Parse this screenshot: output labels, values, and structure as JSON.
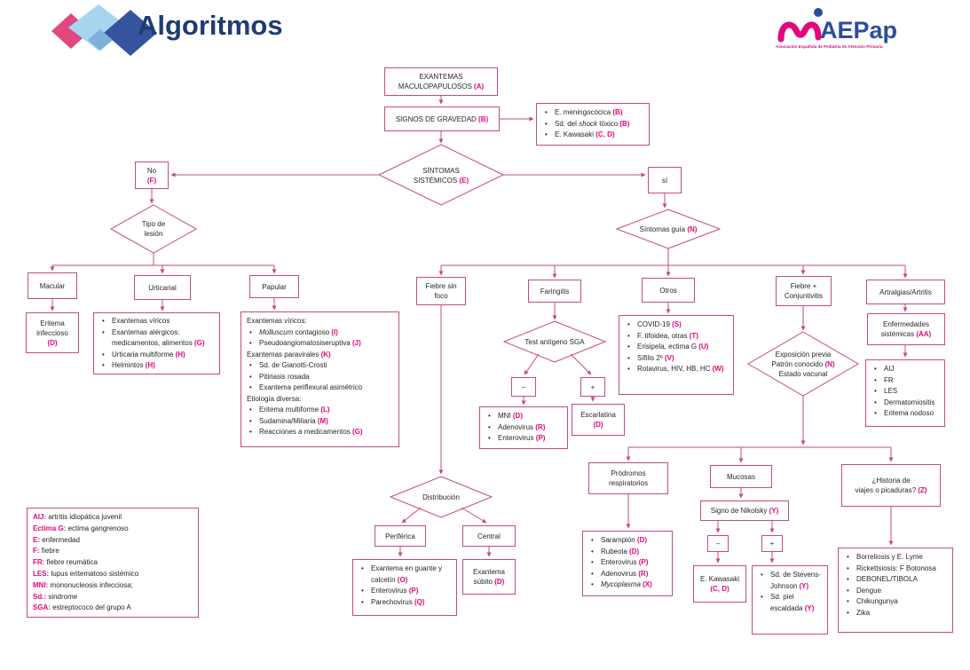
{
  "header": {
    "brand": "Algoritmos",
    "org_name": "AEPap",
    "org_tagline": "Asociación Española de Pediatría de Atención Primaria"
  },
  "colors": {
    "line": "#c34a86",
    "code": "#e2077d",
    "text": "#262626",
    "brand": "#1f3b73",
    "org-blue": "#2b4d9b",
    "org-pink": "#e2077d",
    "logo-pink": "#e0487e",
    "logo-light": "#a8d4ef",
    "logo-mid": "#7fb0dc",
    "logo-dark": "#35539f"
  },
  "nodes": {
    "exantemas": [
      {
        "segs": [
          {
            "t": "EXANTEMAS"
          }
        ]
      },
      {
        "segs": [
          {
            "t": "MACULOPAPULOSOS "
          },
          {
            "k": "(A)"
          }
        ]
      }
    ],
    "gravedad": [
      {
        "segs": [
          {
            "t": "SIGNOS DE GRAVEDAD "
          },
          {
            "k": "(B)"
          }
        ]
      }
    ],
    "gravedad_list": [
      {
        "b": 1,
        "segs": [
          {
            "t": "E. meningocócica "
          },
          {
            "k": "(B)"
          }
        ]
      },
      {
        "b": 1,
        "segs": [
          {
            "t": "Sd. del "
          },
          {
            "i": "shock"
          },
          {
            "t": " tóxico "
          },
          {
            "k": "(B)"
          }
        ]
      },
      {
        "b": 1,
        "segs": [
          {
            "t": "E. Kawasaki "
          },
          {
            "k": "(C, D)"
          }
        ]
      }
    ],
    "sintomas_sistemicos": [
      {
        "segs": [
          {
            "t": "SÍNTOMAS"
          }
        ]
      },
      {
        "segs": [
          {
            "t": "SISTÉMICOS "
          },
          {
            "k": "(E)"
          }
        ]
      }
    ],
    "no": [
      {
        "segs": [
          {
            "t": "No"
          }
        ]
      },
      {
        "segs": [
          {
            "k": "(F)"
          }
        ]
      }
    ],
    "si": [
      {
        "segs": [
          {
            "t": "sí"
          }
        ]
      }
    ],
    "tipo_lesion": [
      {
        "segs": [
          {
            "t": "Tipo de"
          }
        ]
      },
      {
        "segs": [
          {
            "t": "lesión"
          }
        ]
      }
    ],
    "sintomas_guia": [
      {
        "segs": [
          {
            "t": "Síntomas guía "
          },
          {
            "k": "(N)"
          }
        ]
      }
    ],
    "macular": [
      {
        "segs": [
          {
            "t": "Macular"
          }
        ]
      }
    ],
    "urticarial": [
      {
        "segs": [
          {
            "t": "Urticarial"
          }
        ]
      }
    ],
    "papular": [
      {
        "segs": [
          {
            "t": "Papular"
          }
        ]
      }
    ],
    "eritema_infeccioso": [
      {
        "segs": [
          {
            "t": "Eritema"
          }
        ]
      },
      {
        "segs": [
          {
            "t": "infeccioso"
          }
        ]
      },
      {
        "segs": [
          {
            "k": "(D)"
          }
        ]
      }
    ],
    "urticarial_list": [
      {
        "b": 1,
        "segs": [
          {
            "t": "Exantemas víricos"
          }
        ]
      },
      {
        "b": 1,
        "segs": [
          {
            "t": "Exantemas alérgicos: medicamentos, alimentos "
          },
          {
            "k": "(G)"
          }
        ]
      },
      {
        "b": 1,
        "segs": [
          {
            "t": "Urticaria multiforme "
          },
          {
            "k": "(H)"
          }
        ]
      },
      {
        "b": 1,
        "segs": [
          {
            "t": "Helmintos "
          },
          {
            "k": "(H)"
          }
        ]
      }
    ],
    "papular_list": [
      {
        "segs": [
          {
            "t": "Exantemas víricos:"
          }
        ]
      },
      {
        "b": 1,
        "segs": [
          {
            "i": "Molluscum"
          },
          {
            "t": " contagioso "
          },
          {
            "k": "(I)"
          }
        ]
      },
      {
        "b": 1,
        "segs": [
          {
            "t": "Pseudoangiomatosiseruptiva "
          },
          {
            "k": "(J)"
          }
        ]
      },
      {
        "segs": [
          {
            "t": "Exantemas paravirales "
          },
          {
            "k": "(K)"
          }
        ]
      },
      {
        "b": 1,
        "segs": [
          {
            "t": "Sd. de Gianotti-Crosti"
          }
        ]
      },
      {
        "b": 1,
        "segs": [
          {
            "t": "Pitiriasis rosada"
          }
        ]
      },
      {
        "b": 1,
        "segs": [
          {
            "t": "Exantema periflexural asimétrico"
          }
        ]
      },
      {
        "segs": [
          {
            "t": "Etiología diversa:"
          }
        ]
      },
      {
        "b": 1,
        "segs": [
          {
            "t": "Eritema multiforme "
          },
          {
            "k": "(L)"
          }
        ]
      },
      {
        "b": 1,
        "segs": [
          {
            "t": "Sudamina/Miliaria "
          },
          {
            "k": "(M)"
          }
        ]
      },
      {
        "b": 1,
        "segs": [
          {
            "t": "Reacciones a medicamentos "
          },
          {
            "k": "(G)"
          }
        ]
      }
    ],
    "fiebre_sin_foco": [
      {
        "segs": [
          {
            "t": "Fiebre sin"
          }
        ]
      },
      {
        "segs": [
          {
            "t": "foco"
          }
        ]
      }
    ],
    "faringitis": [
      {
        "segs": [
          {
            "t": "Faringitis"
          }
        ]
      }
    ],
    "otros": [
      {
        "segs": [
          {
            "t": "Otros"
          }
        ]
      }
    ],
    "fiebre_conjuntivitis": [
      {
        "segs": [
          {
            "t": "Fiebre +"
          }
        ]
      },
      {
        "segs": [
          {
            "t": "Conjuntivitis"
          }
        ]
      }
    ],
    "artralgias": [
      {
        "segs": [
          {
            "t": "Artralgias/Artritis"
          }
        ]
      }
    ],
    "test_sga": [
      {
        "segs": [
          {
            "t": "Test antígeno SGA"
          }
        ]
      }
    ],
    "neg": [
      {
        "segs": [
          {
            "t": "–"
          }
        ]
      }
    ],
    "pos": [
      {
        "segs": [
          {
            "t": "+"
          }
        ]
      }
    ],
    "sga_neg_list": [
      {
        "b": 1,
        "segs": [
          {
            "t": "MNI "
          },
          {
            "k": "(D)"
          }
        ]
      },
      {
        "b": 1,
        "segs": [
          {
            "t": "Adenovirus "
          },
          {
            "k": "(R)"
          }
        ]
      },
      {
        "b": 1,
        "segs": [
          {
            "t": "Enterovirus "
          },
          {
            "k": "(P)"
          }
        ]
      }
    ],
    "escarlatina": [
      {
        "segs": [
          {
            "t": "Escarlatina"
          }
        ]
      },
      {
        "segs": [
          {
            "k": "(D)"
          }
        ]
      }
    ],
    "otros_list": [
      {
        "b": 1,
        "segs": [
          {
            "t": "COVID-19 "
          },
          {
            "k": "(S)"
          }
        ]
      },
      {
        "b": 1,
        "segs": [
          {
            "t": "F. tifoidea, otras "
          },
          {
            "k": "(T)"
          }
        ]
      },
      {
        "b": 1,
        "segs": [
          {
            "t": "Erisipela, ectima G "
          },
          {
            "k": "(U)"
          }
        ]
      },
      {
        "b": 1,
        "segs": [
          {
            "t": "Sífilis 2º "
          },
          {
            "k": "(V)"
          }
        ]
      },
      {
        "b": 1,
        "segs": [
          {
            "t": "Rotavirus, HIV, HB, HC "
          },
          {
            "k": "(W)"
          }
        ]
      }
    ],
    "exposicion": [
      {
        "segs": [
          {
            "t": "Exposición previa"
          }
        ]
      },
      {
        "segs": [
          {
            "t": "Patrón conocido "
          },
          {
            "k": "(N)"
          }
        ]
      },
      {
        "segs": [
          {
            "t": "Estado vacunal"
          }
        ]
      }
    ],
    "enf_sistemicas": [
      {
        "segs": [
          {
            "t": "Enfermedades"
          }
        ]
      },
      {
        "segs": [
          {
            "t": "sistémicas "
          },
          {
            "k": "(AA)"
          }
        ]
      }
    ],
    "sistemicas_list": [
      {
        "b": 1,
        "segs": [
          {
            "t": "AIJ"
          }
        ]
      },
      {
        "b": 1,
        "segs": [
          {
            "t": "FR"
          }
        ]
      },
      {
        "b": 1,
        "segs": [
          {
            "t": "LES"
          }
        ]
      },
      {
        "b": 1,
        "segs": [
          {
            "t": "Dermatomiositis"
          }
        ]
      },
      {
        "b": 1,
        "segs": [
          {
            "t": "Eritema nodoso"
          }
        ]
      }
    ],
    "distribucion": [
      {
        "segs": [
          {
            "t": "Distribución"
          }
        ]
      }
    ],
    "periferica": [
      {
        "segs": [
          {
            "t": "Periférica"
          }
        ]
      }
    ],
    "central": [
      {
        "segs": [
          {
            "t": "Central"
          }
        ]
      }
    ],
    "periferica_list": [
      {
        "b": 1,
        "segs": [
          {
            "t": "Exantema en guante y calcetín "
          },
          {
            "k": "(O)"
          }
        ]
      },
      {
        "b": 1,
        "segs": [
          {
            "t": "Enterovirus "
          },
          {
            "k": "(P)"
          }
        ]
      },
      {
        "b": 1,
        "segs": [
          {
            "t": "Parechovirus "
          },
          {
            "k": "(Q)"
          }
        ]
      }
    ],
    "exantema_subito": [
      {
        "segs": [
          {
            "t": "Exantema"
          }
        ]
      },
      {
        "segs": [
          {
            "t": "súbito "
          },
          {
            "k": "(D)"
          }
        ]
      }
    ],
    "prodromos": [
      {
        "segs": [
          {
            "t": "Pródromos"
          }
        ]
      },
      {
        "segs": [
          {
            "t": "respiratorios"
          }
        ]
      }
    ],
    "prodromos_list": [
      {
        "b": 1,
        "segs": [
          {
            "t": "Sarampión "
          },
          {
            "k": "(D)"
          }
        ]
      },
      {
        "b": 1,
        "segs": [
          {
            "t": "Rubeola "
          },
          {
            "k": "(D)"
          }
        ]
      },
      {
        "b": 1,
        "segs": [
          {
            "t": "Enterovirus "
          },
          {
            "k": "(P)"
          }
        ]
      },
      {
        "b": 1,
        "segs": [
          {
            "t": "Adenovirus "
          },
          {
            "k": "(R)"
          }
        ]
      },
      {
        "b": 1,
        "segs": [
          {
            "i": "Mycoplasma"
          },
          {
            "t": " "
          },
          {
            "k": "(X)"
          }
        ]
      }
    ],
    "mucosas": [
      {
        "segs": [
          {
            "t": "Mucosas"
          }
        ]
      }
    ],
    "nikolsky": [
      {
        "segs": [
          {
            "t": "Signo de Nikolsky "
          },
          {
            "k": "(Y)"
          }
        ]
      }
    ],
    "kawasaki": [
      {
        "segs": [
          {
            "t": "E. Kawasaki"
          }
        ]
      },
      {
        "segs": [
          {
            "k": "(C, D)"
          }
        ]
      }
    ],
    "nikolsky_pos_list": [
      {
        "b": 1,
        "segs": [
          {
            "t": "Sd. de Stevens-Johnson "
          },
          {
            "k": "(Y)"
          }
        ]
      },
      {
        "b": 1,
        "segs": [
          {
            "t": "Sd. piel escaldada "
          },
          {
            "k": "(Y)"
          }
        ]
      }
    ],
    "historia": [
      {
        "segs": [
          {
            "t": "¿Historia de"
          }
        ]
      },
      {
        "segs": [
          {
            "t": "viajes o picaduras? "
          },
          {
            "k": "(Z)"
          }
        ]
      }
    ],
    "historia_list": [
      {
        "b": 1,
        "segs": [
          {
            "t": "Borreliosis y E. Lyme"
          }
        ]
      },
      {
        "b": 1,
        "segs": [
          {
            "t": "Rickettsiosis: F Botonosa"
          }
        ]
      },
      {
        "b": 1,
        "segs": [
          {
            "t": "DEBONEL/TIBOLA"
          }
        ]
      },
      {
        "b": 1,
        "segs": [
          {
            "t": "Dengue"
          }
        ]
      },
      {
        "b": 1,
        "segs": [
          {
            "t": "Chikungunya"
          }
        ]
      },
      {
        "b": 1,
        "segs": [
          {
            "t": "Zika"
          }
        ]
      }
    ]
  },
  "legend": [
    {
      "segs": [
        {
          "k": "AIJ:"
        },
        {
          "t": " artritis idiopática juvenil"
        }
      ]
    },
    {
      "segs": [
        {
          "k": "Ectima G:"
        },
        {
          "t": " ectima gangrenoso"
        }
      ]
    },
    {
      "segs": [
        {
          "k": "E:"
        },
        {
          "t": " enfermedad"
        }
      ]
    },
    {
      "segs": [
        {
          "k": "F:"
        },
        {
          "t": " fiebre"
        }
      ]
    },
    {
      "segs": [
        {
          "k": "FR:"
        },
        {
          "t": " fiebre reumática"
        }
      ]
    },
    {
      "segs": [
        {
          "k": "LES:"
        },
        {
          "t": " lupus eritematoso sistémico"
        }
      ]
    },
    {
      "segs": [
        {
          "k": "MNI:"
        },
        {
          "t": " mononucleosis infecciosa;"
        }
      ]
    },
    {
      "segs": [
        {
          "k": "Sd.:"
        },
        {
          "t": " sindrome"
        }
      ]
    },
    {
      "segs": [
        {
          "k": "SGA:"
        },
        {
          "t": " estreptococo del grupo A"
        }
      ]
    }
  ]
}
